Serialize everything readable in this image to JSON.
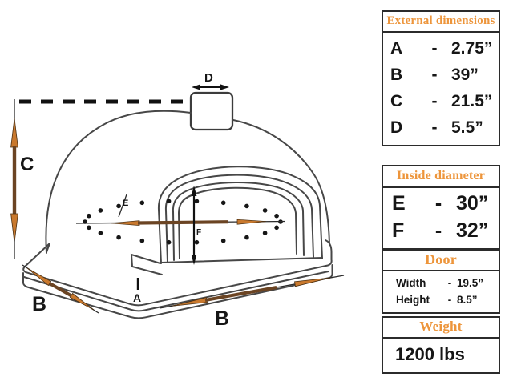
{
  "diagram": {
    "labels": {
      "a": "A",
      "b_left": "B",
      "b_right": "B",
      "c": "C",
      "d": "D",
      "e": "E",
      "f": "F"
    }
  },
  "panels": {
    "external": {
      "title": "External dimensions",
      "rows": [
        {
          "label": "A",
          "dash": "-",
          "value": "2.75”"
        },
        {
          "label": "B",
          "dash": "-",
          "value": "39”"
        },
        {
          "label": "C",
          "dash": "-",
          "value": "21.5”"
        },
        {
          "label": "D",
          "dash": "-",
          "value": "5.5”"
        }
      ]
    },
    "inside": {
      "title": "Inside diameter",
      "rows": [
        {
          "label": "E",
          "dash": "-",
          "value": "30”"
        },
        {
          "label": "F",
          "dash": "-",
          "value": "32”"
        }
      ]
    },
    "door": {
      "title": "Door",
      "rows": [
        {
          "label": "Width",
          "dash": "-",
          "value": "19.5”"
        },
        {
          "label": "Height",
          "dash": "-",
          "value": "8.5”"
        }
      ]
    },
    "weight": {
      "title": "Weight",
      "value": "1200 lbs"
    }
  },
  "colors": {
    "accent": "#ED953B",
    "arrow_orange": "#C9792E",
    "arrow_brown": "#6B4423",
    "line": "#474747",
    "text": "#161616"
  }
}
